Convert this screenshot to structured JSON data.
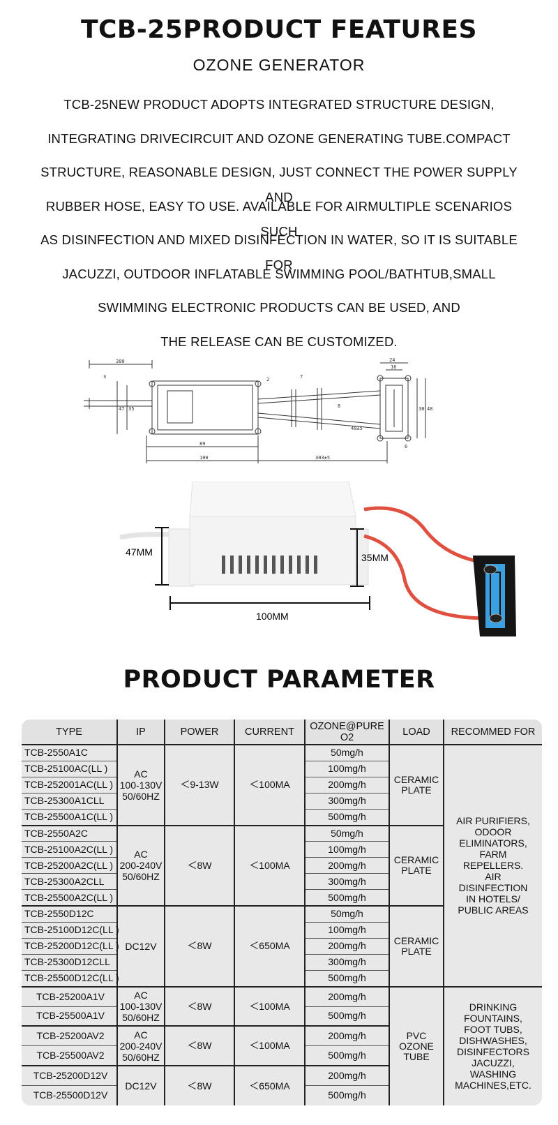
{
  "header": {
    "title": "TCB-25PRODUCT FEATURES",
    "subtitle": "OZONE GENERATOR"
  },
  "description": [
    "TCB-25NEW PRODUCT ADOPTS INTEGRATED STRUCTURE DESIGN,",
    "INTEGRATING DRIVECIRCUIT AND OZONE GENERATING TUBE.COMPACT",
    "STRUCTURE, REASONABLE DESIGN, JUST CONNECT THE POWER SUPPLY AND",
    "RUBBER HOSE, EASY TO USE. AVAILABLE FOR AIRMULTIPLE SCENARIOS SUCH",
    "AS DISINFECTION AND MIXED DISINFECTION IN WATER, SO IT IS SUITABLE FOR",
    "JACUZZI, OUTDOOR INFLATABLE SWIMMING POOL/BATHTUB,SMALL",
    "SWIMMING ELECTRONIC PRODUCTS CAN BE USED, AND",
    "THE RELEASE CAN BE CUSTOMIZED."
  ],
  "drawing": {
    "dims": [
      "300",
      "24",
      "16",
      "89",
      "100",
      "303±5",
      "40±5",
      "38",
      "48",
      "35",
      "47",
      "2",
      "7",
      "8",
      "6",
      "3"
    ]
  },
  "photo": {
    "height_label": "47MM",
    "depth_label": "35MM",
    "width_label": "100MM"
  },
  "parameters": {
    "title": "PRODUCT PARAMETER",
    "headers": [
      "TYPE",
      "IP",
      "POWER",
      "CURRENT",
      "OZONE@PURE O2",
      "LOAD",
      "RECOMMED FOR"
    ],
    "group1": {
      "types": [
        "TCB-2550A1C",
        "TCB-25100AC(LL )",
        "TCB-252001AC(LL )",
        "TCB-25300A1CLL",
        "TCB-25500A1C(LL )"
      ],
      "ip": [
        "AC",
        "100-130V",
        "50/60HZ"
      ],
      "power": "＜9-13W",
      "current": "＜100MA",
      "ozone": [
        "50mg/h",
        "100mg/h",
        "200mg/h",
        "300mg/h",
        "500mg/h"
      ],
      "load": [
        "CERAMIC",
        "PLATE"
      ]
    },
    "group2": {
      "types": [
        "TCB-2550A2C",
        "TCB-25100A2C(LL )",
        "TCB-25200A2C(LL )",
        "TCB-25300A2CLL",
        "TCB-25500A2C(LL )"
      ],
      "ip": [
        "AC",
        "200-240V",
        "50/60HZ"
      ],
      "power": "＜8W",
      "current": "＜100MA",
      "ozone": [
        "50mg/h",
        "100mg/h",
        "200mg/h",
        "300mg/h",
        "500mg/h"
      ],
      "load": [
        "CERAMIC",
        "PLATE"
      ]
    },
    "group3": {
      "types": [
        "TCB-2550D12C",
        "TCB-25100D12C(LL )",
        "TCB-25200D12C(LL )",
        "TCB-25300D12CLL",
        "TCB-25500D12C(LL )"
      ],
      "ip": [
        "DC12V"
      ],
      "power": "＜8W",
      "current": "＜650MA",
      "ozone": [
        "50mg/h",
        "100mg/h",
        "200mg/h",
        "300mg/h",
        "500mg/h"
      ],
      "load": [
        "CERAMIC",
        "PLATE"
      ]
    },
    "rec1": [
      "AIR PURIFIERS,",
      "ODOOR",
      "ELIMINATORS,",
      "FARM",
      "REPELLERS.",
      "AIR",
      "DISINFECTION",
      "IN HOTELS/",
      "PUBLIC AREAS"
    ],
    "group4": {
      "types": [
        "TCB-25200A1V",
        "TCB-25500A1V"
      ],
      "ip": [
        "AC",
        "100-130V",
        "50/60HZ"
      ],
      "power": "＜8W",
      "current": "＜100MA",
      "ozone": [
        "200mg/h",
        "500mg/h"
      ]
    },
    "group5": {
      "types": [
        "TCB-25200AV2",
        "TCB-25500AV2"
      ],
      "ip": [
        "AC",
        "200-240V",
        "50/60HZ"
      ],
      "power": "＜8W",
      "current": "＜100MA",
      "ozone": [
        "200mg/h",
        "500mg/h"
      ]
    },
    "group6": {
      "types": [
        "TCB-25200D12V",
        "TCB-25500D12V"
      ],
      "ip": [
        "DC12V"
      ],
      "power": "＜8W",
      "current": "＜650MA",
      "ozone": [
        "200mg/h",
        "500mg/h"
      ]
    },
    "load2": [
      "PVC OZONE",
      "TUBE"
    ],
    "rec2": [
      "DRINKING",
      "FOUNTAINS,",
      "FOOT TUBS,",
      "DISHWASHES,",
      "DISINFECTORS",
      "JACUZZI,",
      "WASHING",
      "MACHINES,ETC."
    ]
  }
}
